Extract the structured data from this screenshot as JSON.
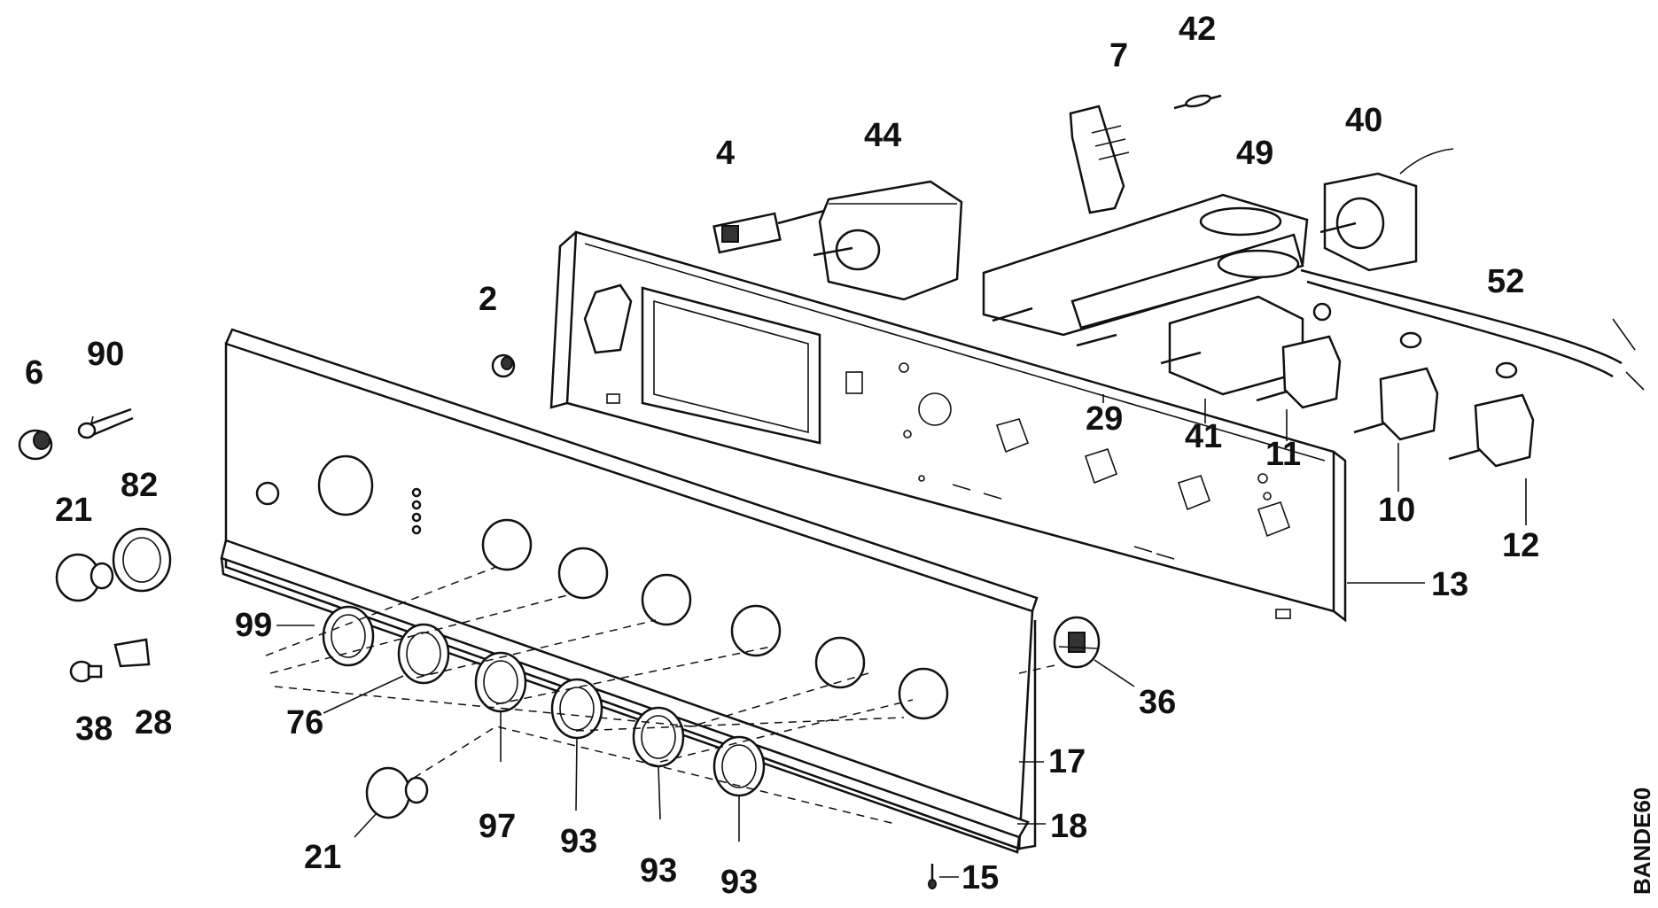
{
  "diagram": {
    "side_code": "BANDE60",
    "labels": [
      {
        "id": "p6",
        "text": "6"
      },
      {
        "id": "p90",
        "text": "90"
      },
      {
        "id": "p21a",
        "text": "21"
      },
      {
        "id": "p82",
        "text": "82"
      },
      {
        "id": "p38",
        "text": "38"
      },
      {
        "id": "p28",
        "text": "28"
      },
      {
        "id": "p99",
        "text": "99"
      },
      {
        "id": "p76",
        "text": "76"
      },
      {
        "id": "p21b",
        "text": "21"
      },
      {
        "id": "p97",
        "text": "97"
      },
      {
        "id": "p93a",
        "text": "93"
      },
      {
        "id": "p93b",
        "text": "93"
      },
      {
        "id": "p93c",
        "text": "93"
      },
      {
        "id": "p2",
        "text": "2"
      },
      {
        "id": "p4",
        "text": "4"
      },
      {
        "id": "p44",
        "text": "44"
      },
      {
        "id": "p7",
        "text": "7"
      },
      {
        "id": "p42",
        "text": "42"
      },
      {
        "id": "p49",
        "text": "49"
      },
      {
        "id": "p40",
        "text": "40"
      },
      {
        "id": "p52",
        "text": "52"
      },
      {
        "id": "p29",
        "text": "29"
      },
      {
        "id": "p41",
        "text": "41"
      },
      {
        "id": "p11",
        "text": "11"
      },
      {
        "id": "p10",
        "text": "10"
      },
      {
        "id": "p12",
        "text": "12"
      },
      {
        "id": "p13",
        "text": "13"
      },
      {
        "id": "p36",
        "text": "36"
      },
      {
        "id": "p17",
        "text": "17"
      },
      {
        "id": "p18",
        "text": "18"
      },
      {
        "id": "p15",
        "text": "15"
      }
    ]
  }
}
